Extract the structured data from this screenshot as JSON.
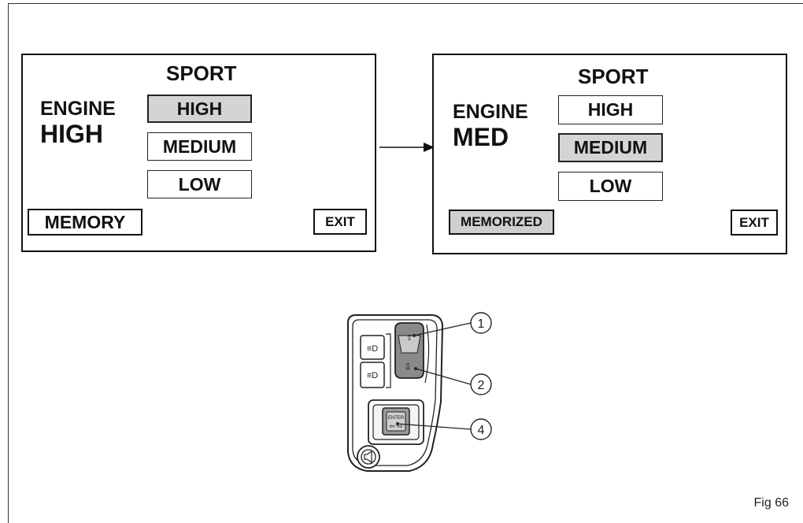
{
  "left_screen": {
    "mode": "SPORT",
    "engine_label": "ENGINE",
    "engine_value": "HIGH",
    "options": [
      "HIGH",
      "MEDIUM",
      "LOW"
    ],
    "selected_option": "HIGH",
    "memory_button": "MEMORY",
    "exit_button": "EXIT"
  },
  "right_screen": {
    "mode": "SPORT",
    "engine_label": "ENGINE",
    "engine_value": "MED",
    "options": [
      "HIGH",
      "MEDIUM",
      "LOW"
    ],
    "selected_option": "MEDIUM",
    "memory_button": "MEMORIZED",
    "exit_button": "EXIT"
  },
  "switch": {
    "callouts": [
      "1",
      "2",
      "4"
    ],
    "enter_label": "ENTER"
  },
  "figure_label": "Fig 66",
  "colors": {
    "selected_fill": "#d4d4d4",
    "stroke": "#111111"
  }
}
